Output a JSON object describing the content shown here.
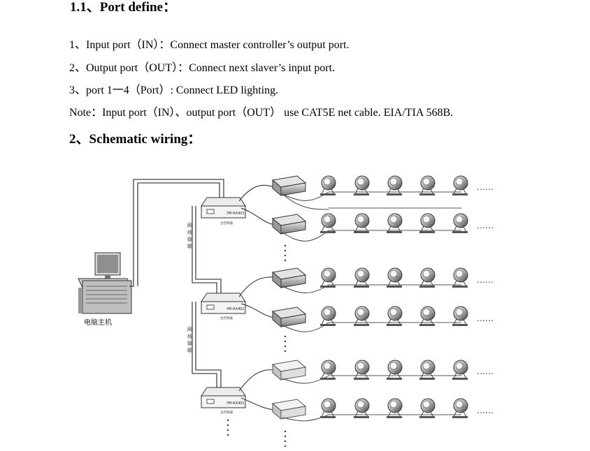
{
  "section_port": {
    "heading": "1.1、Port define："
  },
  "ports": [
    "1、Input port（IN）：Connect master controller’s output port.",
    "2、Output port（OUT）：Connect next slaver’s input port.",
    "3、port 1一4（Port）: Connect LED lighting.",
    "Note：Input port（IN）、output port（OUT） use CAT5E net cable. EIA/TIA 568B."
  ],
  "section_wiring": {
    "heading": "2、Schematic wiring："
  },
  "diagram": {
    "computer_label": "电脑主机",
    "controller_model": "YM-RX401",
    "controller_sub": "主控制器",
    "cable_label_chars": [
      "网",
      "线",
      "级",
      "联"
    ],
    "continuation": "……"
  }
}
